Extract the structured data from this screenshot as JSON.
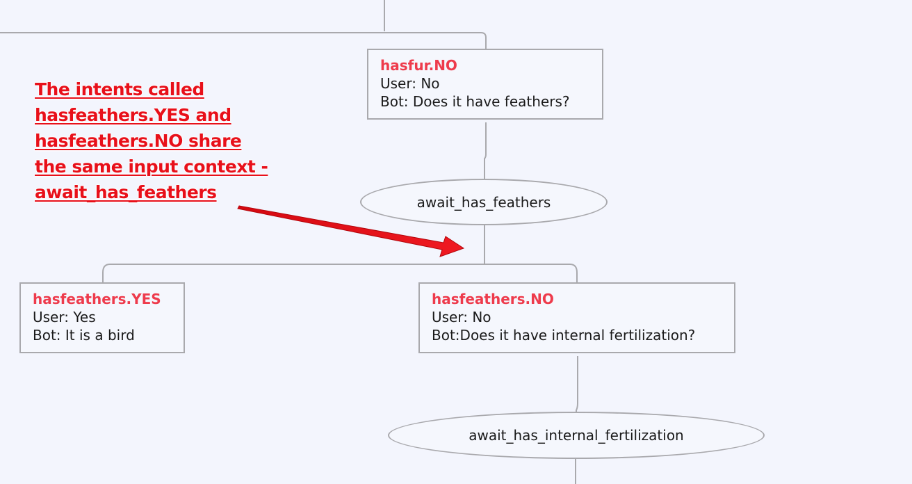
{
  "nodes": {
    "hasfur_no": {
      "intent": "hasfur.NO",
      "user": "User: No",
      "bot": "Bot: Does it have feathers?"
    },
    "hasfeathers_yes": {
      "intent": "hasfeathers.YES",
      "user": "User: Yes",
      "bot": "Bot: It is a bird"
    },
    "hasfeathers_no": {
      "intent": "hasfeathers.NO",
      "user": "User: No",
      "bot": "Bot:Does it have internal fertilization?"
    }
  },
  "contexts": {
    "await_has_feathers": "await_has_feathers",
    "await_has_internal_fertilization": "await_has_internal_fertilization"
  },
  "annotation": {
    "lines": [
      "The intents called",
      "hasfeathers.YES and",
      "hasfeathers.NO share",
      "the same input context -",
      "await_has_feathers"
    ],
    "color": "#e8101a"
  },
  "colors": {
    "intent": "#ee3b4c",
    "border": "#a9a9ad",
    "background": "#f3f5fd"
  }
}
